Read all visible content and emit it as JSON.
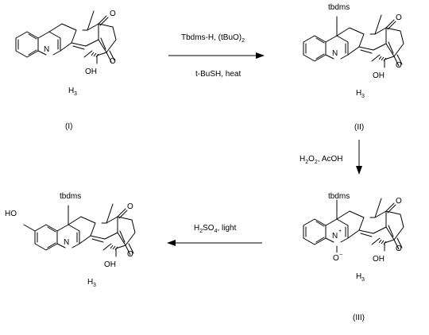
{
  "atoms": {
    "N": "N",
    "O": "O",
    "OH": "OH",
    "HO": "HO",
    "H": "H",
    "sub3": "3",
    "oxide": "O",
    "plus": "+",
    "minus": "−",
    "tbdms": "tbdms"
  },
  "steps": {
    "step1_line1_a": "Tbdms-H, (tBuO)",
    "step1_line1_sub": "2",
    "step1_line2": "t-BuSH, heat",
    "step2_a": "H",
    "step2_sub1": "2",
    "step2_b": "O",
    "step2_sub2": "2",
    "step2_c": ", AcOH",
    "step3_a": "H",
    "step3_sub1": "2",
    "step3_b": "SO",
    "step3_sub2": "4",
    "step3_c": ", light"
  },
  "compounds": {
    "c1": "(I)",
    "c2": "(II)",
    "c3": "(III)"
  }
}
